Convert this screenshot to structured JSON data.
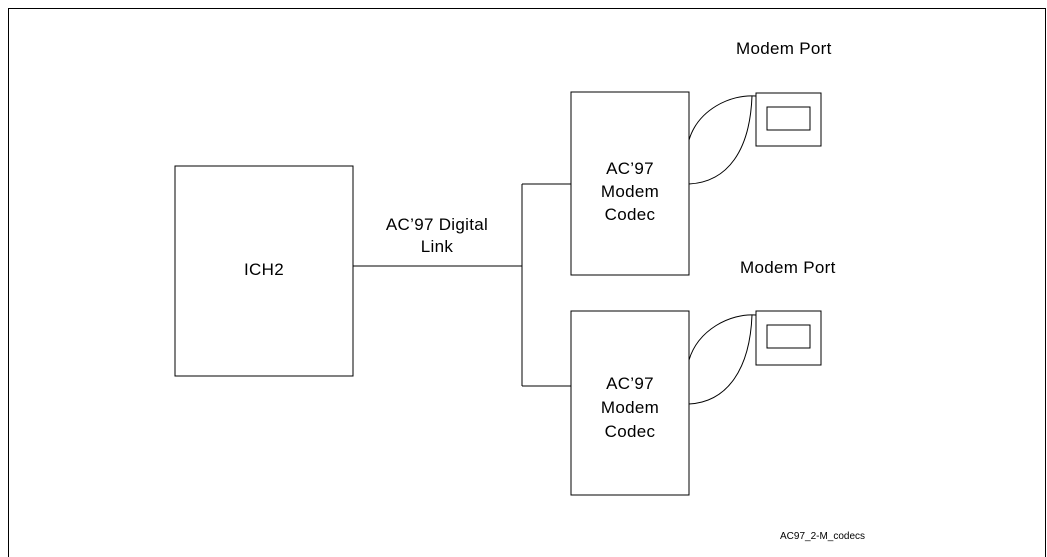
{
  "diagram": {
    "ich_label": "ICH2",
    "link_label": [
      "AC’97 Digital",
      "Link"
    ],
    "codec_top": [
      "AC’97",
      "Modem",
      "Codec"
    ],
    "codec_bottom": [
      "AC’97",
      "Modem",
      "Codec"
    ],
    "port_top_label": "Modem Port",
    "port_bottom_label": "Modem Port",
    "figure_id": "AC97_2-M_codecs"
  }
}
